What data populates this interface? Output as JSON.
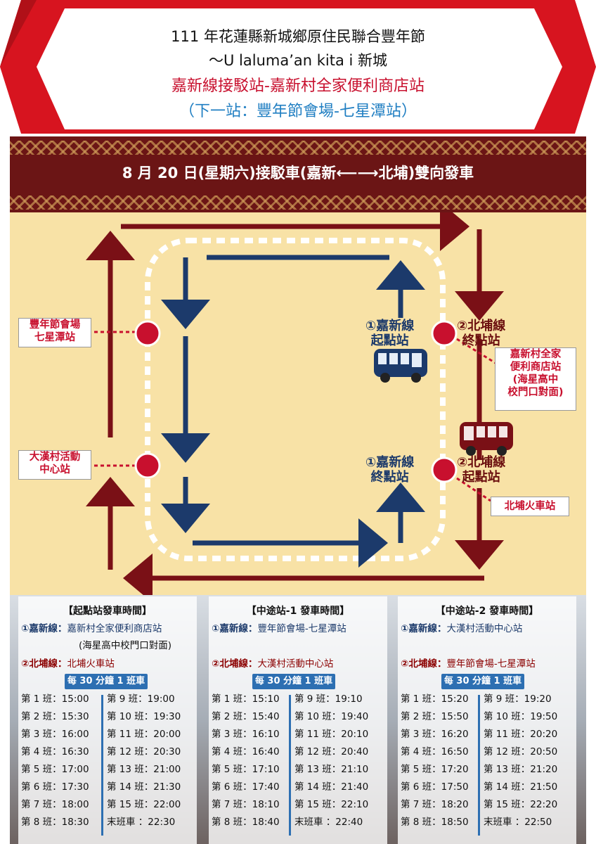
{
  "header": {
    "line1": "111 年花蓮縣新城鄉原住民聯合豐年節",
    "line2": "～U laluma’an kita i 新城",
    "line3": "嘉新線接駁站-嘉新村全家便利商店站",
    "line4": "（下一站：豐年節會場-七星潭站）"
  },
  "band_title": "8 月 20 日(星期六)接駁車(嘉新⟵⟶北埔)雙向發車",
  "map": {
    "left_stop_1": "豐年節會場\n七星潭站",
    "left_stop_2": "大漢村活動\n中心站",
    "jiaxin_start": "①嘉新線\n起點站",
    "beipu_end": "②北埔線\n終點站",
    "jiaxin_end": "①嘉新線\n終點站",
    "beipu_start": "②北埔線\n起點站",
    "store_box": "嘉新村全家\n便利商店站\n(海星高中\n校門口對面)",
    "station_box": "北埔火車站",
    "colors": {
      "blue_route": "#1c3a6b",
      "red_route": "#7a1016",
      "stop": "#c8102e"
    }
  },
  "panels": [
    {
      "title": "【起點站發車時間】",
      "jiaxin_label": "①嘉新線：",
      "jiaxin_value": "嘉新村全家便利商店站",
      "jiaxin_value2": "(海星高中校門口對面)",
      "beipu_label": "②北埔線：",
      "beipu_value": "北埔火車站",
      "badge": "每 30 分鐘 1 班車",
      "left": [
        "第 1 班：15:00",
        "第 2 班：15:30",
        "第 3 班：16:00",
        "第 4 班：16:30",
        "第 5 班：17:00",
        "第 6 班：17:30",
        "第 7 班：18:00",
        "第 8 班：18:30"
      ],
      "right": [
        "第 9 班：19:00",
        "第 10 班：19:30",
        "第 11 班：20:00",
        "第 12 班：20:30",
        "第 13 班：21:00",
        "第 14 班：21:30",
        "第 15 班：22:00",
        "末班車 ：22:30"
      ]
    },
    {
      "title": "【中途站-1 發車時間】",
      "jiaxin_label": "①嘉新線：",
      "jiaxin_value": "豐年節會場-七星潭站",
      "jiaxin_value2": "",
      "beipu_label": "②北埔線：",
      "beipu_value": "大漢村活動中心站",
      "badge": "每 30 分鐘 1 班車",
      "left": [
        "第 1 班：15:10",
        "第 2 班：15:40",
        "第 3 班：16:10",
        "第 4 班：16:40",
        "第 5 班：17:10",
        "第 6 班：17:40",
        "第 7 班：18:10",
        "第 8 班：18:40"
      ],
      "right": [
        "第 9 班：19:10",
        "第 10 班：19:40",
        "第 11 班：20:10",
        "第 12 班：20:40",
        "第 13 班：21:10",
        "第 14 班：21:40",
        "第 15 班：22:10",
        "末班車 ：22:40"
      ]
    },
    {
      "title": "【中途站-2 發車時間】",
      "jiaxin_label": "①嘉新線：",
      "jiaxin_value": "大漢村活動中心站",
      "jiaxin_value2": "",
      "beipu_label": "②北埔線：",
      "beipu_value": "豐年節會場-七星潭站",
      "badge": "每 30 分鐘 1 班車",
      "left": [
        "第 1 班：15:20",
        "第 2 班：15:50",
        "第 3 班：16:20",
        "第 4 班：16:50",
        "第 5 班：17:20",
        "第 6 班：17:50",
        "第 7 班：18:20",
        "第 8 班：18:50"
      ],
      "right": [
        "第 9 班：19:20",
        "第 10 班：19:50",
        "第 11 班：20:20",
        "第 12 班：20:50",
        "第 13 班：21:20",
        "第 14 班：21:50",
        "第 15 班：22:20",
        "末班車 ：22:50"
      ]
    }
  ]
}
